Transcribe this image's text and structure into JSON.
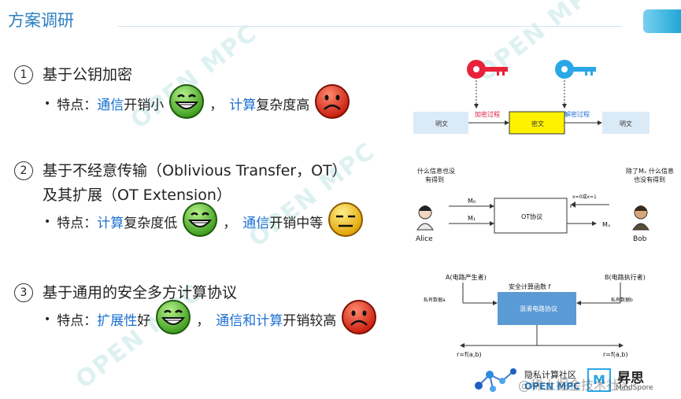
{
  "slide": {
    "title": "方案调研",
    "items": [
      {
        "num": "1",
        "heading": "基于公钥加密",
        "feature_label": "特点：",
        "parts": [
          "通信",
          "开销小",
          "，",
          "计算",
          "复杂度高"
        ]
      },
      {
        "num": "2",
        "heading_line1": "基于不经意传输（Oblivious Transfer，OT）",
        "heading_line2": "及其扩展（OT Extension）",
        "feature_label": "特点：",
        "parts": [
          "计算",
          "复杂度低",
          "，",
          "通信",
          "开销中等"
        ]
      },
      {
        "num": "3",
        "heading": "基于通用的安全多方计算协议",
        "feature_label": "特点：",
        "parts": [
          "扩展性",
          "好",
          "，",
          "通信和计算",
          "开销较高"
        ]
      }
    ]
  },
  "diagram1": {
    "plaintext_left": "明文",
    "ciphertext": "密文",
    "plaintext_right": "明文",
    "encrypt": "加密过程",
    "decrypt": "解密过程",
    "key_left_color": "#e8223a",
    "key_right_color": "#2aa7e6"
  },
  "diagram2": {
    "alice_note_1": "什么信息也没",
    "alice_note_2": "有得到",
    "bob_note_1": "除了Mₓ 什么信息",
    "bob_note_2": "也没有得到",
    "m0": "M₀",
    "m1": "M₁",
    "box": "OT协议",
    "mx": "Mₓ",
    "x_formula": "x=0或x=1",
    "alice": "Alice",
    "bob": "Bob"
  },
  "diagram3": {
    "a_label": "A(电路产生者)",
    "b_label": "B(电路执行者)",
    "func": "安全计算函数 f",
    "box": "混淆电路协议",
    "left_small": "私有数据a",
    "right_small": "私有数据b",
    "out_left": "r=f(a,b)",
    "out_right": "r=f(a,b)"
  },
  "footer": {
    "logo_top": "隐私计算社区",
    "logo_bottom": "OPEN MPC",
    "m_box": "M",
    "brand_name": "昇思",
    "brand_sub": "MindSpore",
    "watermark": "@稀土掘金技术社区"
  },
  "background": {
    "watermark": "OPEN MPC"
  }
}
